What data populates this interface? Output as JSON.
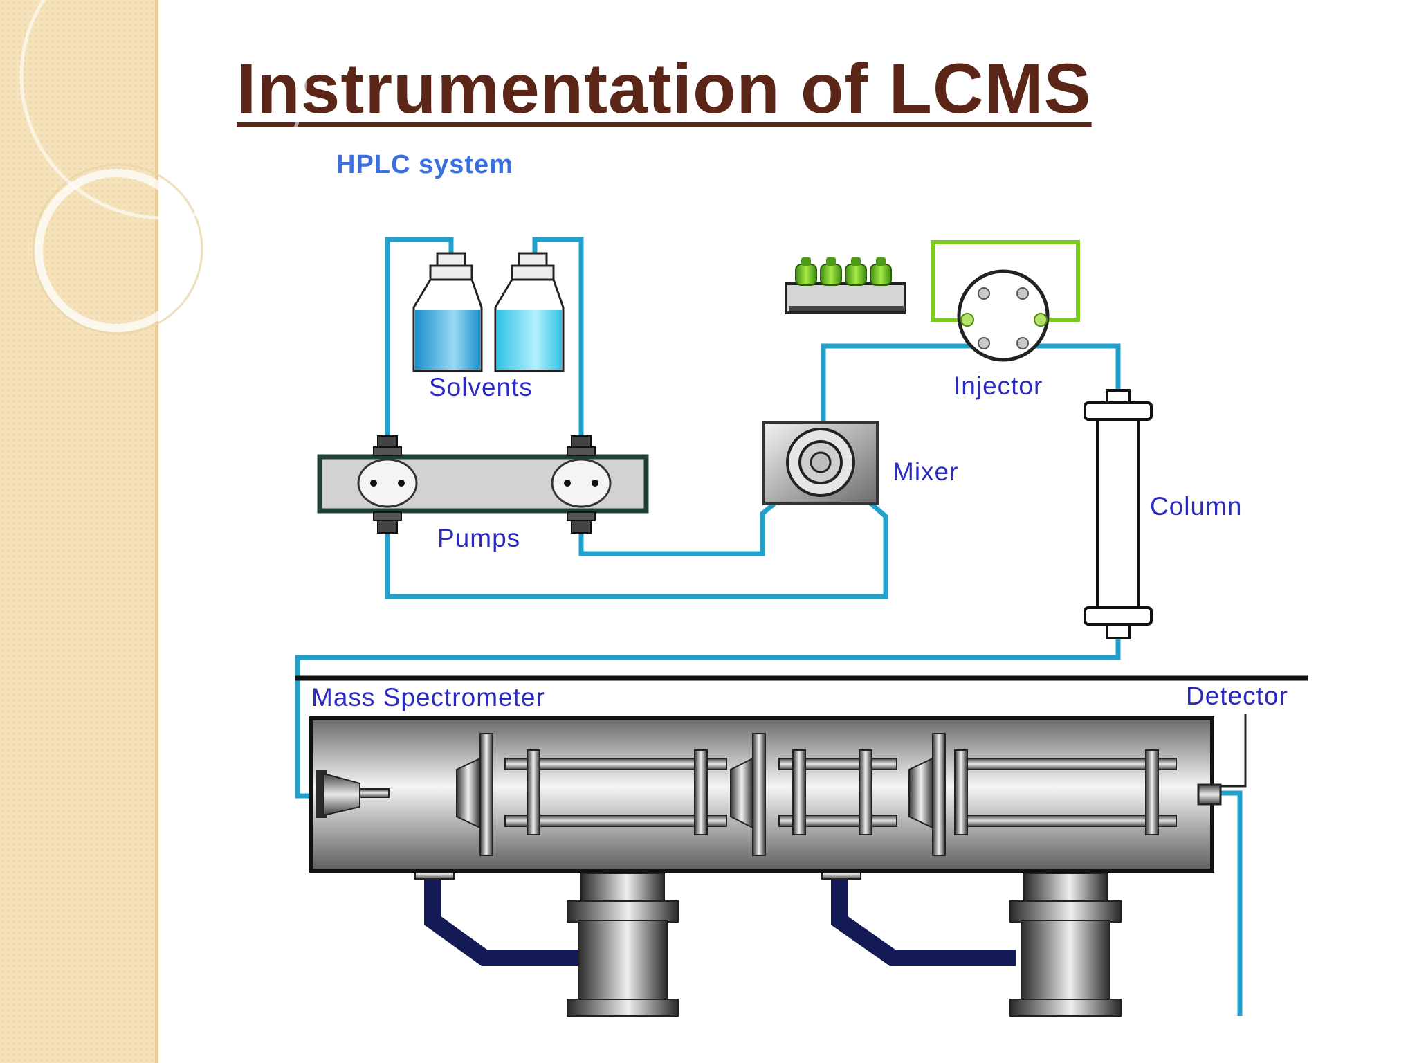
{
  "slide": {
    "title": "Instrumentation of LCMS"
  },
  "diagram": {
    "labels": {
      "hplc_system": "HPLC system",
      "solvents": "Solvents",
      "pumps": "Pumps",
      "mixer": "Mixer",
      "injector": "Injector",
      "column": "Column",
      "mass_spectrometer": "Mass Spectrometer",
      "detector": "Detector"
    },
    "colors": {
      "tubing": "#22a0cc",
      "title": "#5b2517",
      "labels": "#2b2bc2",
      "hplc_label": "#3a6fe0",
      "injector_loop": "#7ccc1e",
      "vacuum_lines": "#141a55",
      "background_band": "#f6e2ba"
    }
  }
}
